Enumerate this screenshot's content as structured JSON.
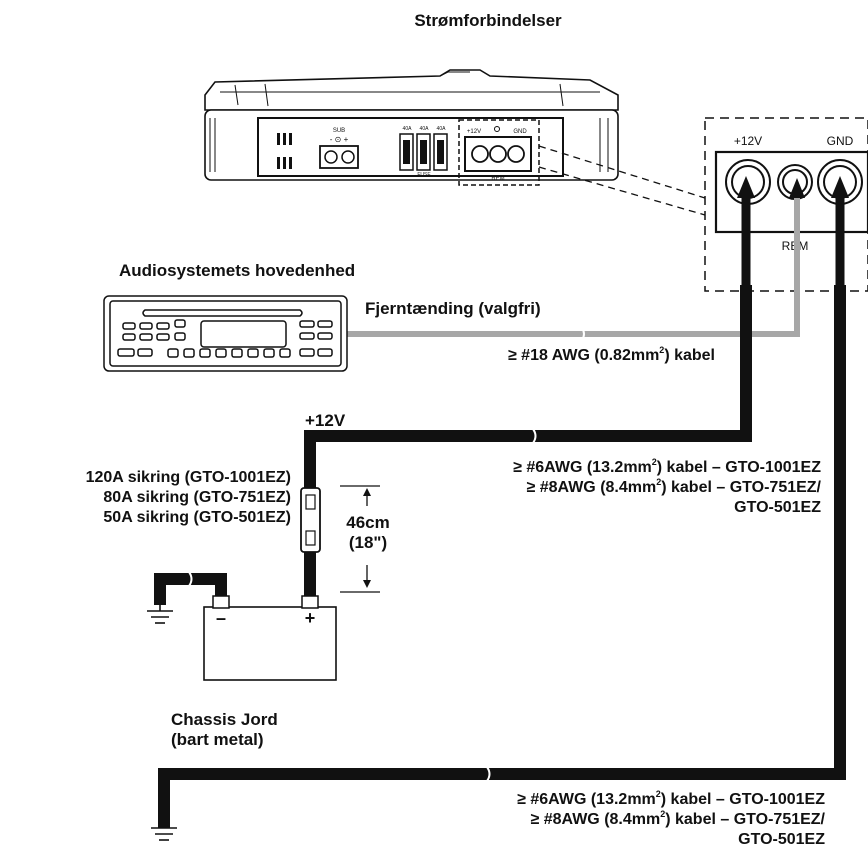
{
  "title": "Strømforbindelser",
  "amplifier": {
    "sub_label": "SUB",
    "sub_polarity": "- ⊙ +",
    "fuses": [
      "40A",
      "40A",
      "40A"
    ],
    "fuse_label": "FUSE",
    "terminal_labels": [
      "+12V",
      "GND"
    ],
    "rem_label": "REM"
  },
  "terminal_zoom": {
    "plus_label": "+12V",
    "gnd_label": "GND",
    "rem_label": "REM"
  },
  "head_unit": {
    "label": "Audiosystemets hovedenhed"
  },
  "remote_wire": {
    "label": "Fjerntænding (valgfri)",
    "spec_prefix": "≥ #18 AWG (0.82mm",
    "spec_sup": "2",
    "spec_suffix": ") kabel"
  },
  "power_wire": {
    "voltage_label": "+12V",
    "spec1_prefix": "≥ #6AWG (13.2mm",
    "spec1_sup": "2",
    "spec1_suffix": ") kabel – GTO-1001EZ",
    "spec2_prefix": "≥ #8AWG (8.4mm",
    "spec2_sup": "2",
    "spec2_suffix": ") kabel – GTO-751EZ/",
    "spec3": "GTO-501EZ"
  },
  "fuse_info": {
    "lines": [
      "120A sikring (GTO-1001EZ)",
      "80A sikring (GTO-751EZ)",
      "50A sikring (GTO-501EZ)"
    ],
    "distance_cm": "46cm",
    "distance_in": "(18\")"
  },
  "battery": {
    "minus": "–",
    "plus": "+"
  },
  "chassis": {
    "line1": "Chassis Jord",
    "line2": "(bart metal)"
  },
  "ground_wire": {
    "spec1_prefix": "≥ #6AWG (13.2mm",
    "spec1_sup": "2",
    "spec1_suffix": ") kabel – GTO-1001EZ",
    "spec2_prefix": "≥ #8AWG (8.4mm",
    "spec2_sup": "2",
    "spec2_suffix": ") kabel – GTO-751EZ/",
    "spec3": "GTO-501EZ"
  }
}
